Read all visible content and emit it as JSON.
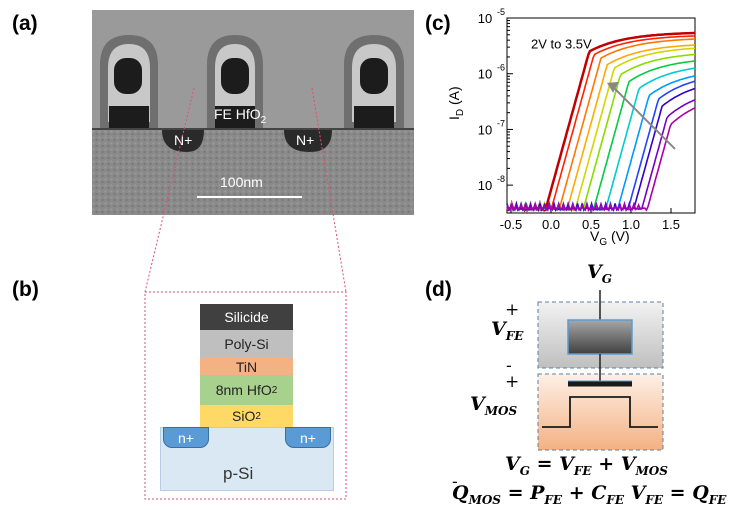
{
  "labels": {
    "a": "(a)",
    "b": "(b)",
    "c": "(c)",
    "d": "(d)"
  },
  "tem": {
    "fe_label": "FE HfO",
    "fe_sub": "2",
    "nplus_left": "N+",
    "nplus_right": "N+",
    "scale": "100nm"
  },
  "stack": {
    "layers": [
      "Silicide",
      "Poly-Si",
      "TiN",
      "8nm HfO",
      "SiO"
    ],
    "hfo_sub": "2",
    "sio_sub": "2",
    "nplus": "n+",
    "substrate": "p-Si",
    "colors": {
      "silicide": "#404040",
      "polysi": "#bfbfbf",
      "tin": "#f4b183",
      "hfo2": "#a9d18e",
      "sio2": "#ffd966",
      "nplus": "#5b9bd5",
      "substrate": "#dae8f4"
    }
  },
  "chart_data": {
    "type": "line",
    "title": "",
    "xlabel": "V",
    "xlabel_sub": "G",
    "xlabel_unit": " (V)",
    "ylabel": "I",
    "ylabel_sub": "D",
    "ylabel_unit": " (A)",
    "xlim": [
      -0.55,
      1.8
    ],
    "ylim_log10": [
      -8.5,
      -5
    ],
    "y_scale": "log",
    "xticks": [
      -0.5,
      0.0,
      0.5,
      1.0,
      1.5
    ],
    "xtick_labels": [
      "-0.5",
      "0.0",
      "0.5",
      "1.0",
      "1.5"
    ],
    "yticks_exp": [
      -8,
      -7,
      -6,
      -5
    ],
    "annotation": "2V to 3.5V",
    "series": [
      {
        "color": "#c00000",
        "vth": 0.05,
        "sat": -5.25
      },
      {
        "color": "#ff2200",
        "vth": 0.12,
        "sat": -5.3
      },
      {
        "color": "#ff7700",
        "vth": 0.22,
        "sat": -5.35
      },
      {
        "color": "#ffaa00",
        "vth": 0.32,
        "sat": -5.45
      },
      {
        "color": "#d4d400",
        "vth": 0.42,
        "sat": -5.5
      },
      {
        "color": "#88dd00",
        "vth": 0.52,
        "sat": -5.6
      },
      {
        "color": "#00cc44",
        "vth": 0.65,
        "sat": -5.7
      },
      {
        "color": "#00cccc",
        "vth": 0.8,
        "sat": -5.8
      },
      {
        "color": "#0099ff",
        "vth": 0.95,
        "sat": -5.9
      },
      {
        "color": "#2244ff",
        "vth": 1.08,
        "sat": -5.95
      },
      {
        "color": "#3300cc",
        "vth": 1.15,
        "sat": -6.05
      },
      {
        "color": "#7700cc",
        "vth": 1.25,
        "sat": -6.2
      },
      {
        "color": "#aa00aa",
        "vth": 1.32,
        "sat": -6.3
      }
    ]
  },
  "circuit": {
    "vg": "V",
    "vg_sub": "G",
    "vfe": "V",
    "vfe_sub": "FE",
    "vmos": "V",
    "vmos_sub": "MOS",
    "plus": "+",
    "minus": "-",
    "eq1": "V_G = V_FE + V_MOS",
    "eq2": "Q_MOS = P_FE + C_FE V_FE = Q_FE"
  }
}
